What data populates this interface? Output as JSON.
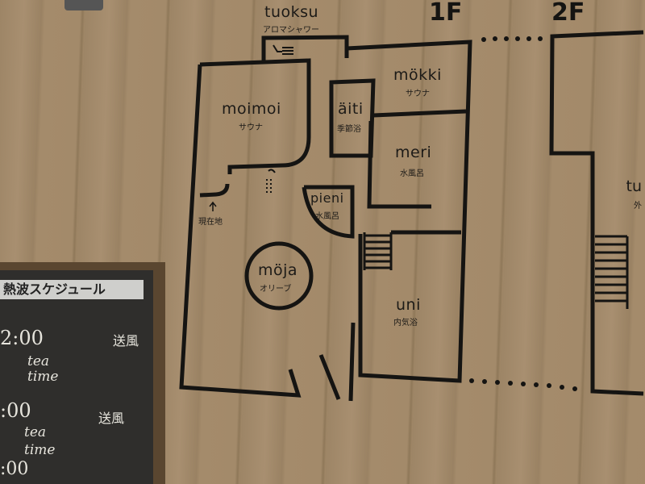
{
  "floors": {
    "first": "1F",
    "second": "2F"
  },
  "rooms": {
    "tuoksu": {
      "name": "tuoksu",
      "sub": "アロマシャワー"
    },
    "mokki": {
      "name": "mökki",
      "sub": "サウナ"
    },
    "moimoi": {
      "name": "moimoi",
      "sub": "サウナ"
    },
    "aiti": {
      "name": "äiti",
      "sub": "季節浴"
    },
    "meri": {
      "name": "meri",
      "sub": "水風呂"
    },
    "pieni": {
      "name": "pieni",
      "sub": "水風呂"
    },
    "moja": {
      "name": "möja",
      "sub": "オリーブ"
    },
    "uni": {
      "name": "uni",
      "sub": "内気浴"
    },
    "tu": {
      "name": "tu",
      "sub": "外"
    }
  },
  "you_are_here": "現在地",
  "schedule": {
    "title": "熱波スケジュール",
    "entries": [
      {
        "time": "2:00",
        "event": "tea time",
        "type": "送風"
      },
      {
        "time": ":00",
        "event": "tea time",
        "type": "送風"
      },
      {
        "time": ":00"
      }
    ]
  }
}
